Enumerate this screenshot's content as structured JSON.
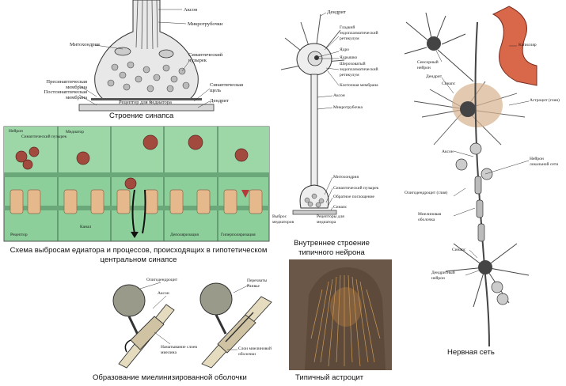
{
  "captions": {
    "synapse": "Строение синапса",
    "scheme": "Схема выбросам едиатора и процессов, происходящих в гипотетическом  центральном синапсе",
    "neuron": "Внутреннее строение типичного нейрона",
    "network": "Нервная сеть",
    "myelin": "Образование миелинизированной оболочки",
    "astrocyte": "Типичный астроцит"
  },
  "synapse_labels": {
    "axon": "Аксон",
    "microtubules": "Микротрубочки",
    "mitochondria": "Митохондрия",
    "vesicle": "Синаптический пузырек",
    "presynaptic": "Пресинаптическая мембрана",
    "postsynaptic": "Постсинаптическая мембрана",
    "cleft": "Синаптическая щель",
    "dendrite": "Дендрит",
    "receptor": "Рецептор для медиатора"
  },
  "scheme_labels": {
    "neuron": "Нейрон",
    "vesicle": "Синаптический пузырек",
    "mediator": "Медиатор",
    "receptor": "Рецептор",
    "channel": "Канал",
    "depolarization": "Деполяризация",
    "inhibition": "Гиперполяризация"
  },
  "neuron_labels": {
    "dendrite": "Дендрит",
    "smooth_er": "Гладкий эндоплазматический ретикулум",
    "nucleus": "Ядро",
    "nucleolus": "Ядрышко",
    "rough_er": "Шероховатый эндоплазматический ретикулум",
    "cell_membrane": "Клеточная мембрана",
    "axon": "Аксон",
    "microtubule": "Микротрубочка",
    "mitochondria": "Митохондрия",
    "synaptic_vesicle": "Синаптический пузырек",
    "reuptake": "Обратное поглощение",
    "synapse": "Синапс",
    "release": "Выброс медиаторов",
    "receptors": "Рецепторы для медиатора"
  },
  "network_labels": {
    "capillary": "Капилляр",
    "sensory": "Сенсорный нейрон",
    "dendrite": "Дендрит",
    "synapse": "Синапс",
    "astrocyte": "Астроцит (глия)",
    "axon": "Аксон",
    "local_neuron": "Нейрон локальной сети",
    "oligo": "Олигодендроцит (глия)",
    "myelin": "Миелиновая оболочка",
    "synapse2": "Синапс",
    "dendritic_neuron": "Дендритный нейрон"
  },
  "myelin_labels": {
    "oligo": "Олигодендроцит",
    "axon": "Аксон",
    "ranvier": "Перехваты Ранвье",
    "wrapping": "Наматывание слоев миелина",
    "layers": "Слои миелиновой оболочки"
  },
  "colors": {
    "scheme_bg": "#8ccf9a",
    "vesicle": "#a34a3e",
    "receptor": "#e6b98d",
    "capillary": "#d9674a",
    "astro_bg": "#6a5747",
    "astro_fiber": "#d9a35b"
  }
}
